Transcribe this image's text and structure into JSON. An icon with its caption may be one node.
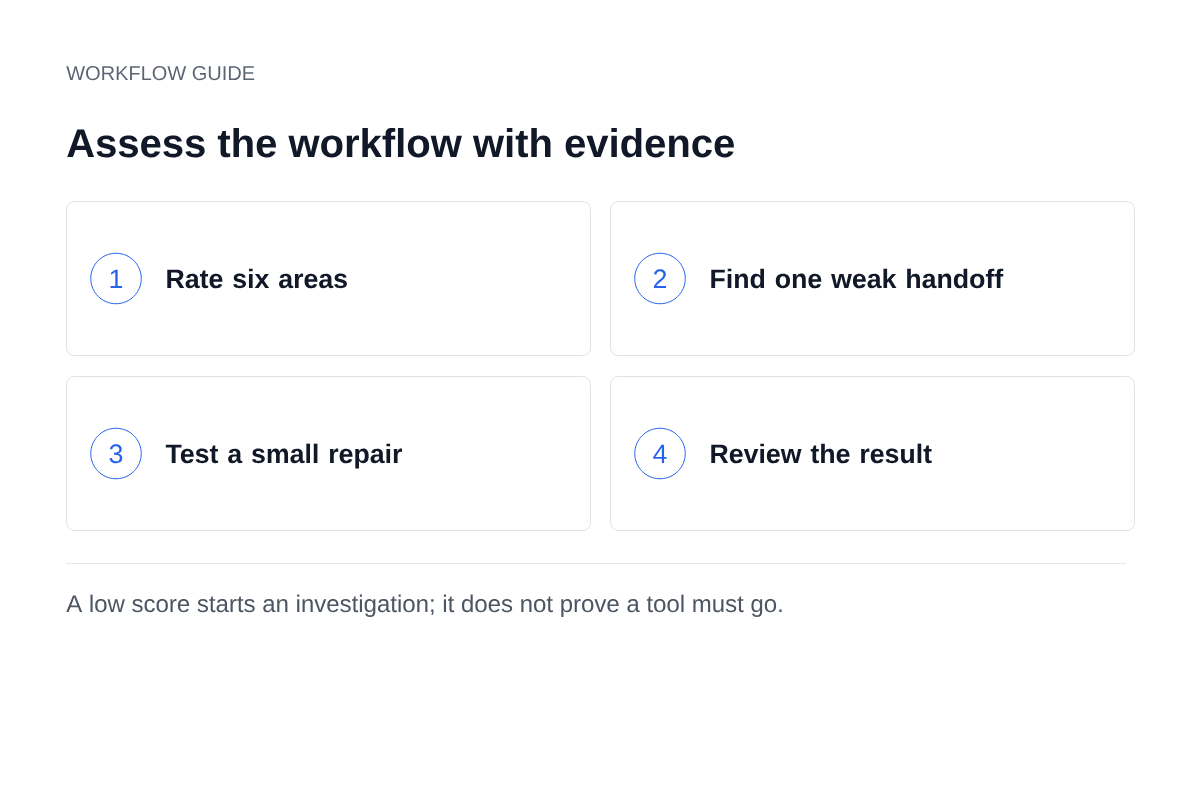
{
  "diagram": {
    "title": "Assess the workflow with evidence",
    "caption": "A low score starts an investigation; it does not prove a tool must go.",
    "nodes": [
      {
        "text": [
          "Rate six areas"
        ]
      },
      {
        "text": [
          "1"
        ],
        "in": 0
      },
      {
        "text": [
          "Find one weak handoff"
        ]
      },
      {
        "text": [
          "2"
        ],
        "in": 2
      },
      {
        "text": [
          "Test a small repair"
        ]
      },
      {
        "text": [
          "3"
        ],
        "in": 4
      },
      {
        "text": [
          "Review the result"
        ]
      },
      {
        "text": [
          "4"
        ],
        "in": 6
      }
    ],
    "labels": [
      "WORKFLOW GUIDE"
    ]
  }
}
